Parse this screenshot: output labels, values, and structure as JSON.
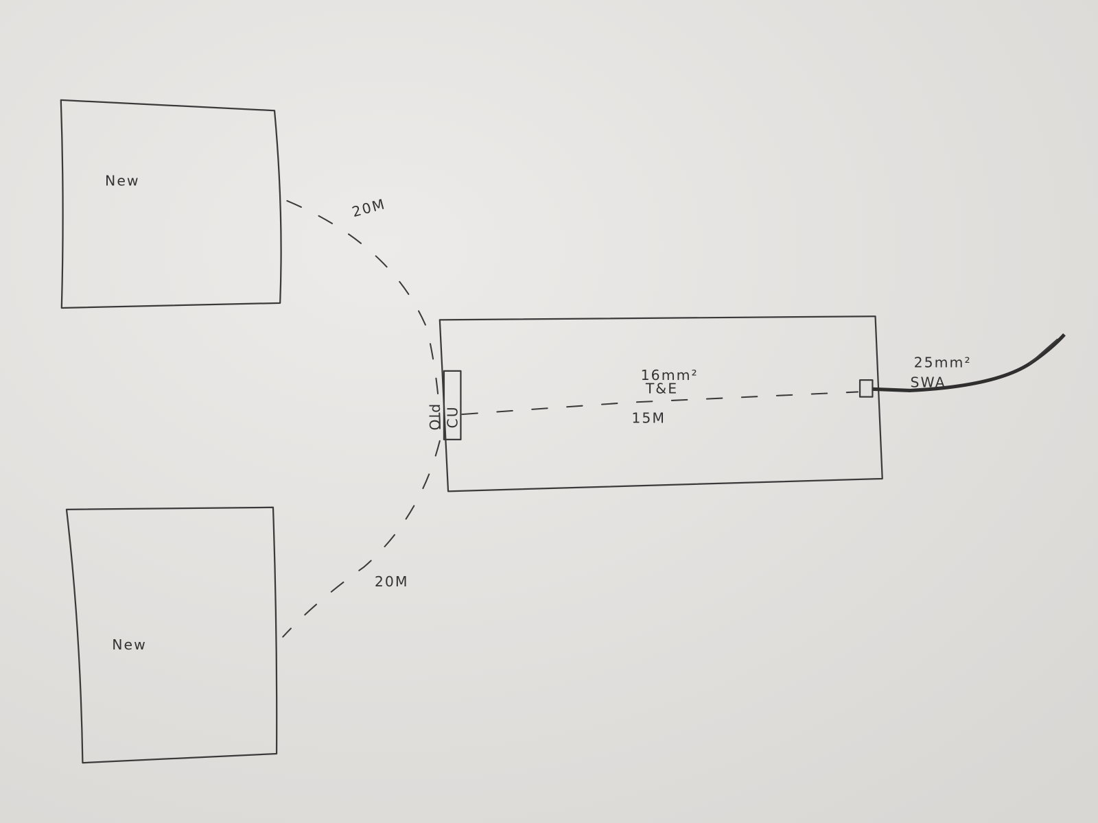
{
  "sketch": {
    "building_top": {
      "label": "New"
    },
    "building_bottom": {
      "label": "New"
    },
    "run_top": {
      "length": "20M"
    },
    "run_bottom": {
      "length": "20M"
    },
    "main_building": {
      "old_label": "Old",
      "cu_label": "CU",
      "internal_cable": {
        "size": "16mm²",
        "type": "T&E",
        "length": "15M"
      }
    },
    "supply_cable": {
      "size": "25mm²",
      "type": "SWA"
    }
  },
  "colors": {
    "paper": "#e6e4e1",
    "pencil": "#3a3a3a"
  }
}
